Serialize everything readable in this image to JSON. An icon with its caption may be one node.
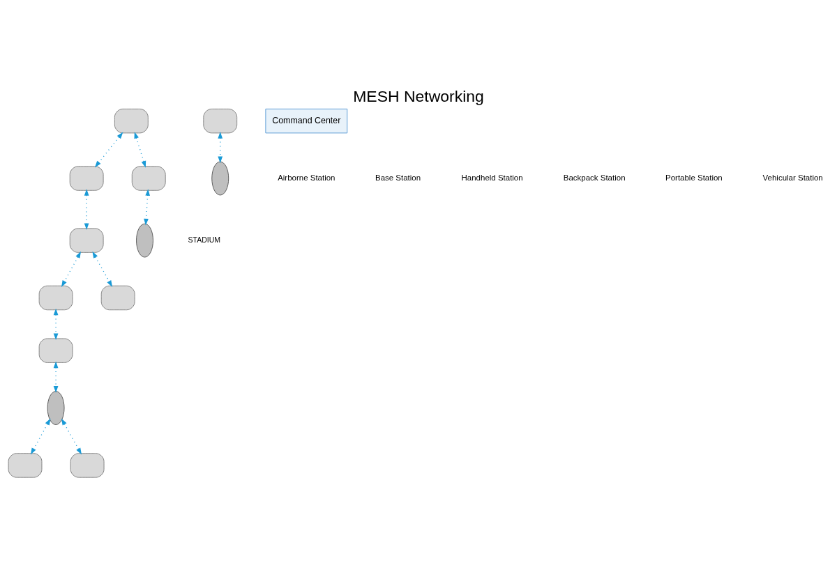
{
  "diagram": {
    "title": "MESH Networking",
    "nodes": [
      {
        "text": [],
        "shape": "box"
      },
      {
        "text": [],
        "shape": "box"
      },
      {
        "text": [],
        "shape": "box"
      },
      {
        "text": [],
        "shape": "box"
      },
      {
        "text": [],
        "shape": "box"
      },
      {
        "text": [],
        "shape": "person"
      },
      {
        "text": [],
        "shape": "box"
      },
      {
        "text": [],
        "shape": "person"
      },
      {
        "text": [],
        "shape": "box"
      },
      {
        "text": [],
        "shape": "box"
      },
      {
        "text": [],
        "shape": "person"
      },
      {
        "text": [],
        "shape": "box"
      },
      {
        "text": [],
        "shape": "box"
      },
      {
        "text": [
          "Command Center"
        ]
      }
    ],
    "edges": [
      {
        "from": 0,
        "to": 1,
        "arrow": "both"
      },
      {
        "from": 0,
        "to": 6,
        "arrow": "both"
      },
      {
        "from": 1,
        "to": 4,
        "arrow": "both"
      },
      {
        "from": 4,
        "to": 2,
        "arrow": "both"
      },
      {
        "from": 2,
        "to": 3,
        "arrow": "both"
      },
      {
        "from": 3,
        "to": 5,
        "arrow": "both"
      },
      {
        "from": 6,
        "to": 7,
        "arrow": "both"
      },
      {
        "from": 4,
        "to": 12,
        "arrow": "both"
      },
      {
        "from": 5,
        "to": 8,
        "arrow": "both"
      },
      {
        "from": 5,
        "to": 11,
        "arrow": "both"
      },
      {
        "from": 9,
        "to": 10,
        "arrow": "both"
      }
    ],
    "labels": [
      "STADIUM"
    ],
    "legend": [
      {
        "text": "Airborne Station"
      },
      {
        "text": "Base Station"
      },
      {
        "text": "Handheld Station"
      },
      {
        "text": "Backpack Station"
      },
      {
        "text": "Portable Station"
      },
      {
        "text": "Vehicular Station"
      }
    ]
  }
}
